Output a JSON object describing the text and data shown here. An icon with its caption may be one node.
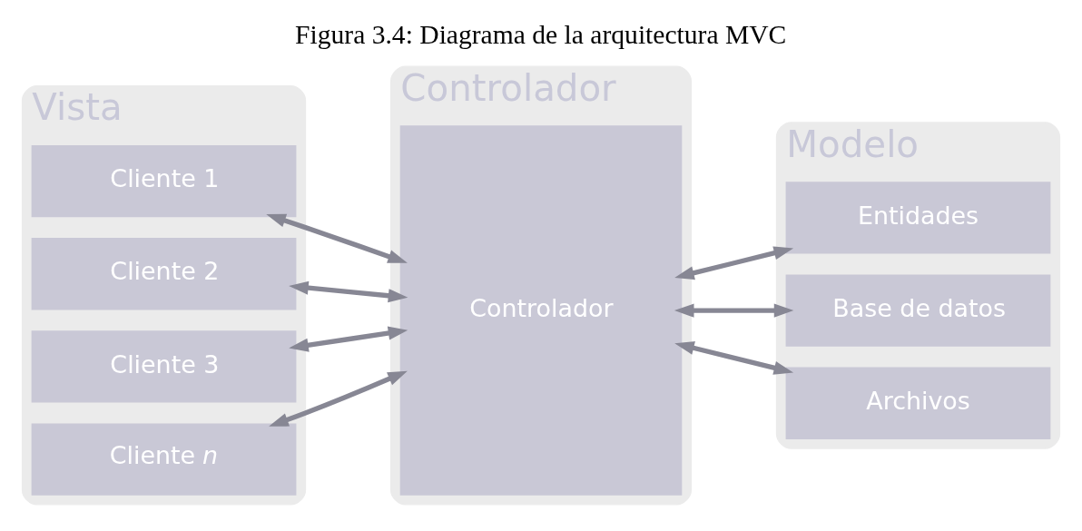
{
  "diagram": {
    "title": "Figura 3.4: Diagrama de la arquitectura MVC",
    "nodes": [
      {
        "text": [
          "Vista"
        ]
      },
      {
        "text": [
          "Cliente 1"
        ],
        "in": 0
      },
      {
        "text": [
          "Cliente 2"
        ],
        "in": 0
      },
      {
        "text": [
          "Cliente 3"
        ],
        "in": 0
      },
      {
        "text": [
          "Cliente *n*"
        ],
        "in": 0
      },
      {
        "text": [
          "Controlador"
        ]
      },
      {
        "text": [
          "Controlador"
        ],
        "in": 5
      },
      {
        "text": [
          "Modelo"
        ]
      },
      {
        "text": [
          "Entidades"
        ],
        "in": 7
      },
      {
        "text": [
          "Base de datos"
        ],
        "in": 7
      },
      {
        "text": [
          "Archivos"
        ],
        "in": 7
      }
    ],
    "edges": [
      {
        "from": 1,
        "to": 6,
        "arrow": "both"
      },
      {
        "from": 2,
        "to": 6,
        "arrow": "both"
      },
      {
        "from": 3,
        "to": 6,
        "arrow": "both"
      },
      {
        "from": 4,
        "to": 6,
        "arrow": "both"
      },
      {
        "from": 6,
        "to": 8,
        "arrow": "both"
      },
      {
        "from": 6,
        "to": 9,
        "arrow": "both"
      },
      {
        "from": 6,
        "to": 10,
        "arrow": "both"
      }
    ]
  }
}
